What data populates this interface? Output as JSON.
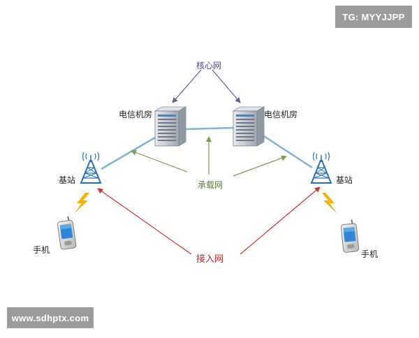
{
  "watermarks": {
    "top_right": "TG: MYYJJPP",
    "bottom_left": "www.sdhptx.com"
  },
  "labels": {
    "core_network": "核心网",
    "carrier_network": "承载网",
    "access_network": "接入网",
    "telecom_room_left": "电信机房",
    "telecom_room_right": "电信机房",
    "base_station_left": "基站",
    "base_station_right": "基站",
    "phone_left": "手机",
    "phone_right": "手机"
  },
  "colors": {
    "link_line": "#7fb3d6",
    "core_arrow": "#6a5aa0",
    "carrier_arrow": "#7a9a58",
    "access_arrow": "#cc3333",
    "tower": "#2a6fb5",
    "signal_bolt": "#f0b400",
    "server_body": "#c9ced6"
  }
}
